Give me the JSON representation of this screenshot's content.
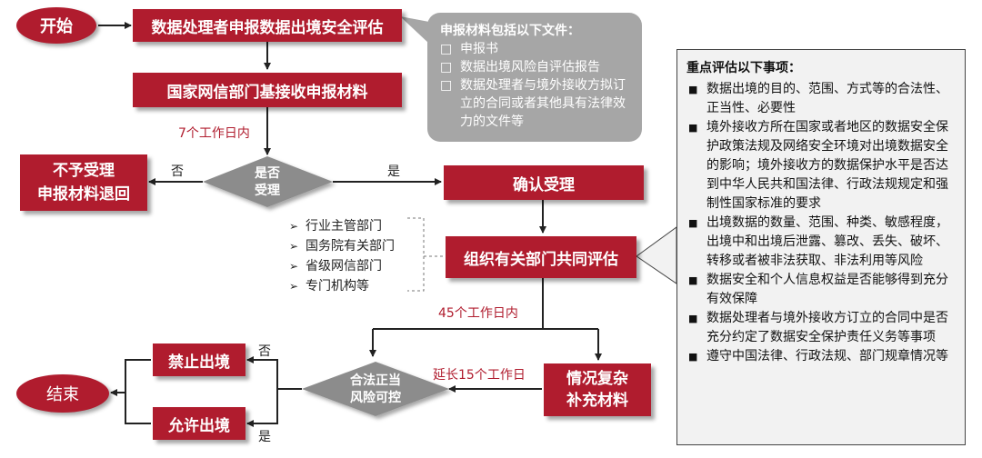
{
  "nodes": {
    "start": "开始",
    "submit": "数据处理者申报数据出境安全评估",
    "receive": "国家网信部门基接收申报材料",
    "confirm": "确认受理",
    "reject": [
      "不予受理",
      "申报材料退回"
    ],
    "decision_accept": [
      "是否",
      "受理"
    ],
    "joint_eval": "组织有关部门共同评估",
    "supplement": [
      "情况复杂",
      "补充材料"
    ],
    "decision_legal": [
      "合法正当",
      "风险可控"
    ],
    "prohibit": "禁止出境",
    "allow": "允许出境",
    "end": "结束"
  },
  "labels": {
    "days7": "7个工作日内",
    "no1": "否",
    "yes1": "是",
    "days45": "45个工作日内",
    "extend15": "延长15个工作日",
    "no2": "否",
    "yes2": "是"
  },
  "materials": {
    "title": "申报材料包括以下文件：",
    "items": [
      "申报书",
      "数据出境风险自评估报告",
      "数据处理者与境外接收方拟订立的合同或者其他具有法律效力的文件等"
    ]
  },
  "departments": [
    "行业主管部门",
    "国务院有关部门",
    "省级网信部门",
    "专门机构等"
  ],
  "key_points": {
    "title": "重点评估以下事项：",
    "items": [
      "数据出境的目的、范围、方式等的合法性、正当性、必要性",
      "境外接收方所在国家或者地区的数据安全保护政策法规及网络安全环境对出境数据安全的影响；境外接收方的数据保护水平是否达到中华人民共和国法律、行政法规规定和强制性国家标准的要求",
      "出境数据的数量、范围、种类、敏感程度，出境中和出境后泄露、篡改、丢失、破坏、转移或者被非法获取、非法利用等风险",
      "数据安全和个人信息权益是否能够得到充分有效保障",
      "数据处理者与境外接收方订立的合同中是否充分约定了数据安全保护责任义务等事项",
      "遵守中国法律、行政法规、部门规章情况等"
    ]
  },
  "colors": {
    "accent": "#b01c2e",
    "callout": "#a6a6a6",
    "panel": "#f2f2f2",
    "diamond": "#8c8c8c"
  }
}
